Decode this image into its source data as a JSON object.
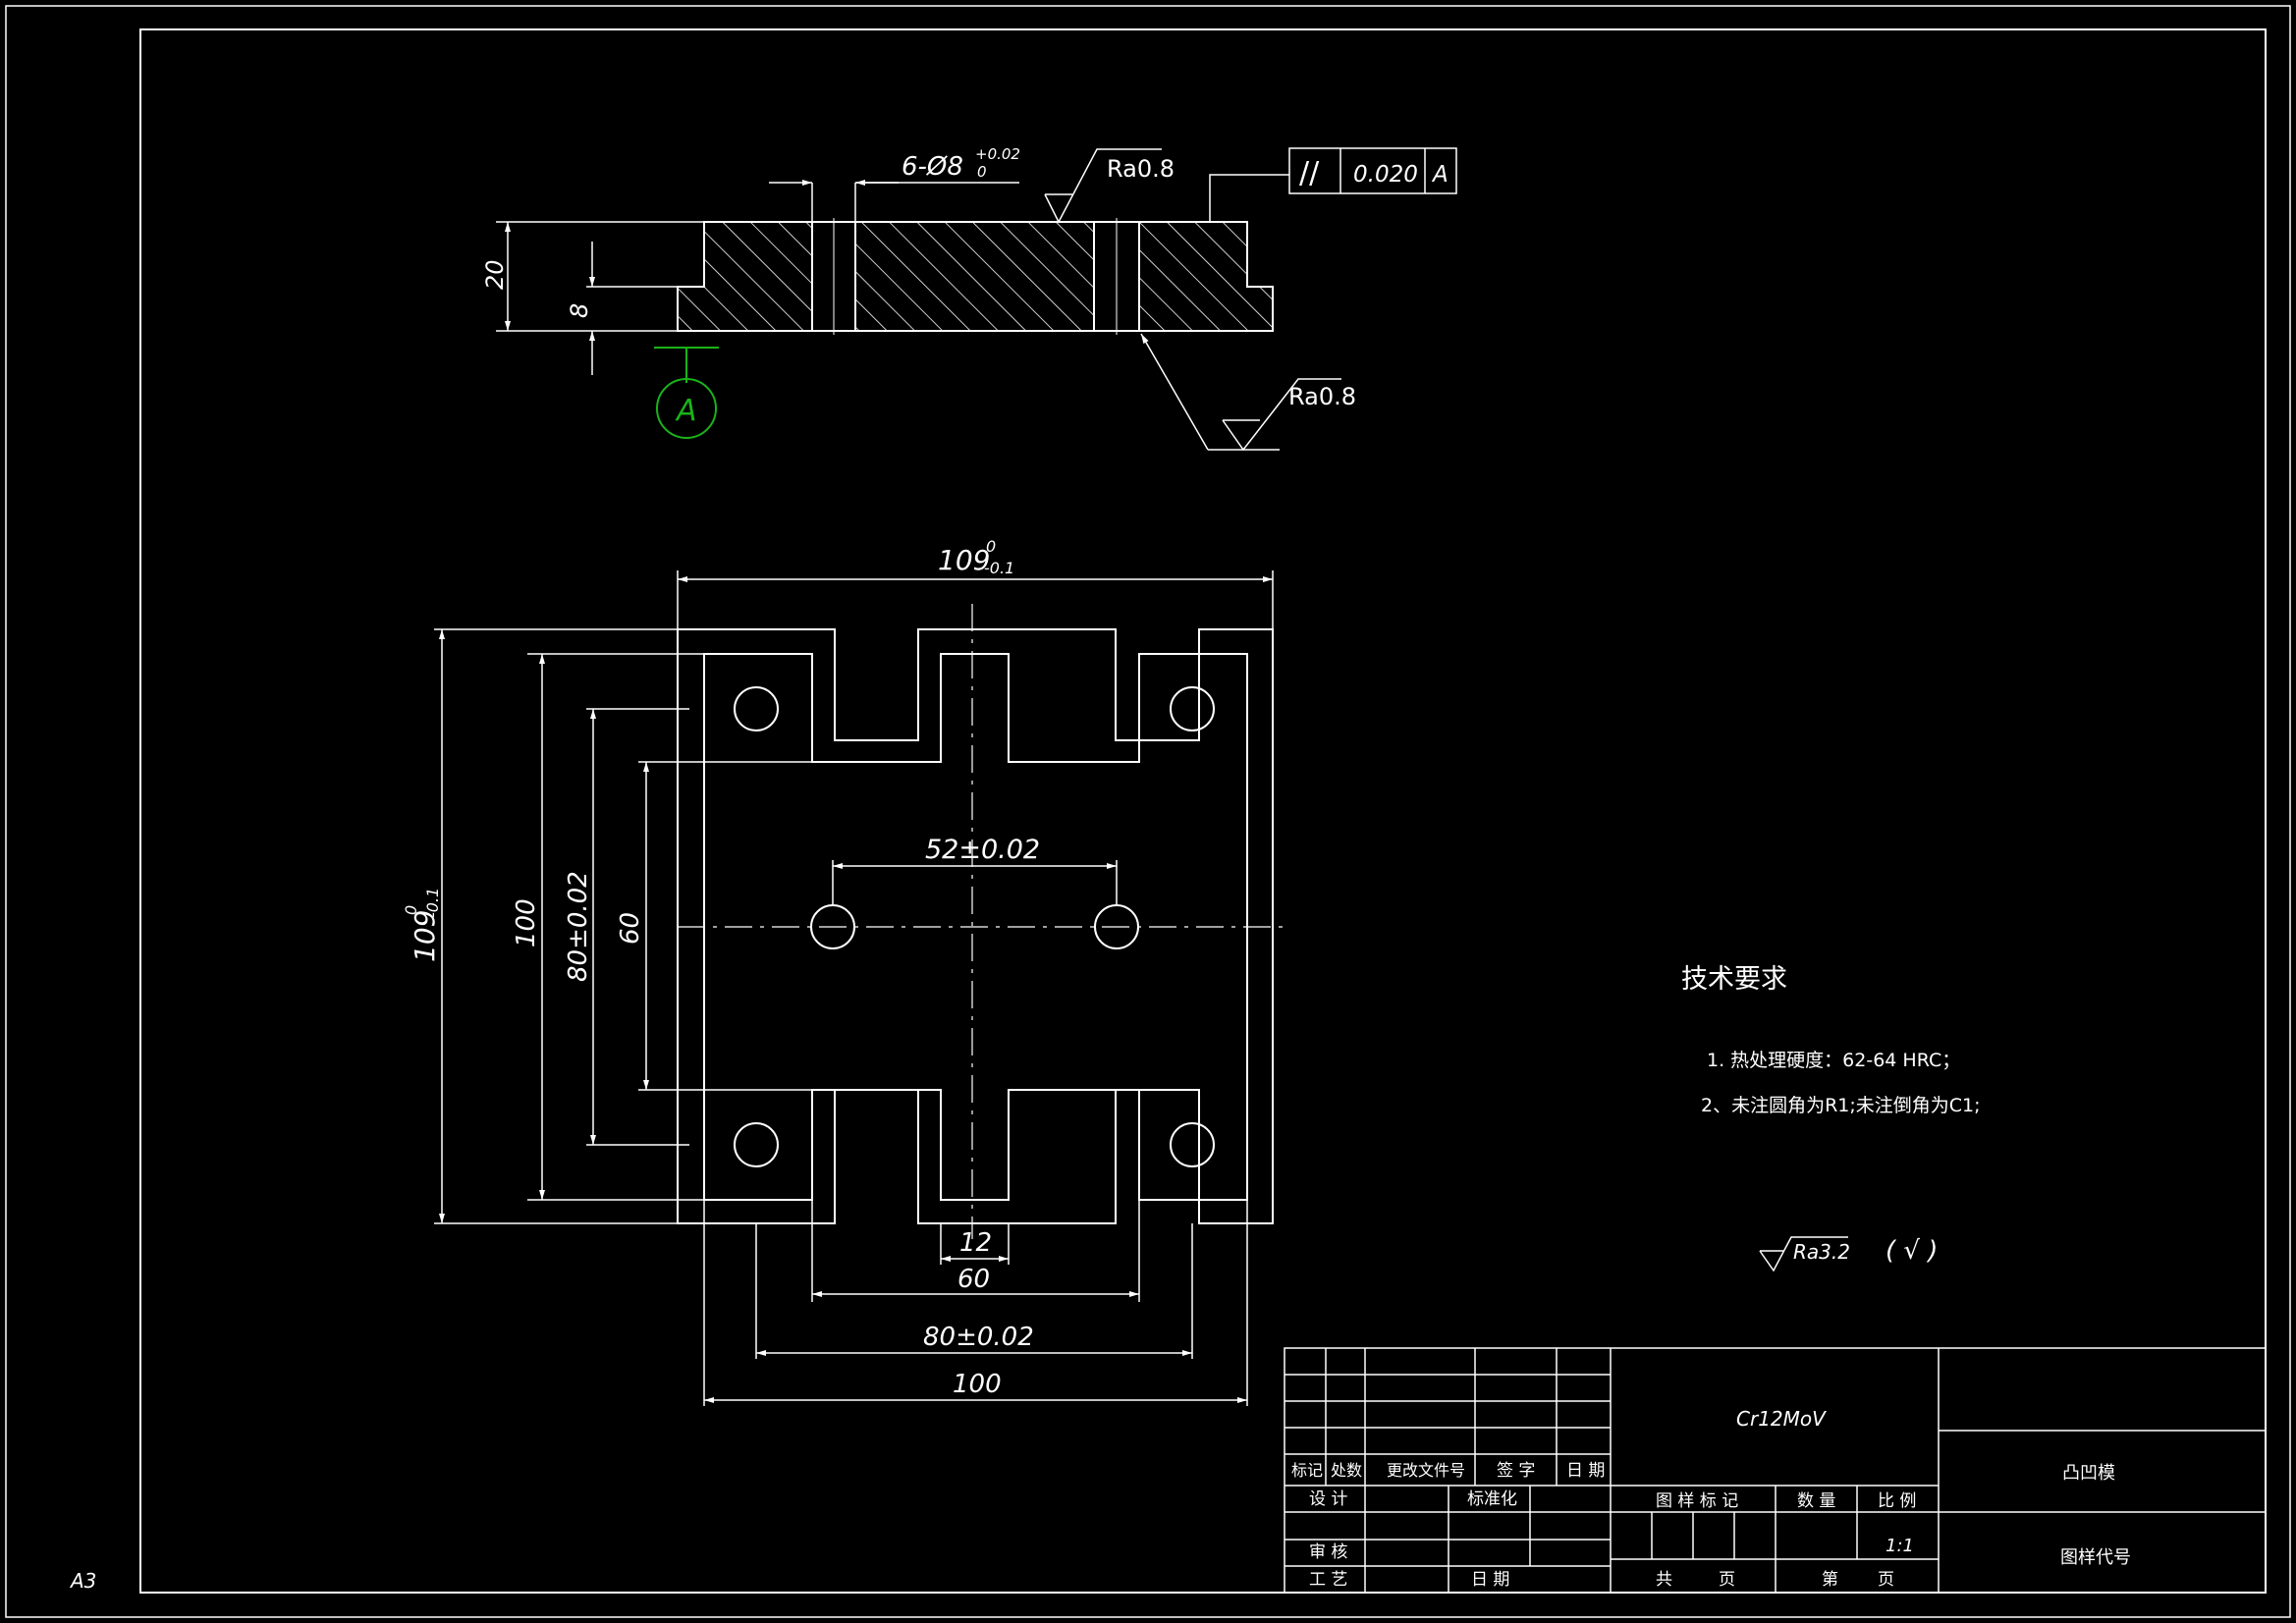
{
  "sheet": {
    "format_label": "A3"
  },
  "section_view": {
    "hole_callout": {
      "main": "6-Ø8",
      "upper_tol": "+0.02",
      "lower_tol": "0"
    },
    "roughness_top": "Ra0.8",
    "roughness_bottom": "Ra0.8",
    "dim_height_total": "20",
    "dim_step_height": "8",
    "datum_letter": "A",
    "fcf": {
      "symbol": "//",
      "tolerance": "0.020",
      "datum": "A"
    }
  },
  "plan_view": {
    "dim_width": {
      "main": "109",
      "upper": "0",
      "lower": "-0.1"
    },
    "dim_height": {
      "main": "109",
      "upper": "0",
      "lower": "-0.1"
    },
    "dim_left_100": "100",
    "dim_left_80": "80±0.02",
    "dim_left_60": "60",
    "dim_center_52": "52±0.02",
    "dim_bottom_12": "12",
    "dim_bottom_60": "60",
    "dim_bottom_80": "80±0.02",
    "dim_bottom_100": "100"
  },
  "tech_requirements": {
    "title": "技术要求",
    "items": [
      "1. 热处理硬度：62-64 HRC；",
      "2、未注圆角为R1;未注倒角为C1;"
    ],
    "general_roughness": "Ra3.2",
    "general_roughness_suffix": "( √ )"
  },
  "title_block": {
    "material": "Cr12MoV",
    "part_name": "凸凹模",
    "drawing_code": "图样代号",
    "header_cells": [
      "标记",
      "处数",
      "更改文件号",
      "签 字",
      "日 期"
    ],
    "design": "设 计",
    "standardization": "标准化",
    "review": "审 核",
    "process": "工 艺",
    "date": "日 期",
    "drawing_mark": "图 样 标 记",
    "quantity": "数 量",
    "scale_label": "比 例",
    "scale_value": "1:1",
    "total": "共",
    "sheet_page": "页",
    "sheet_no": "第",
    "sheet_page2": "页"
  }
}
